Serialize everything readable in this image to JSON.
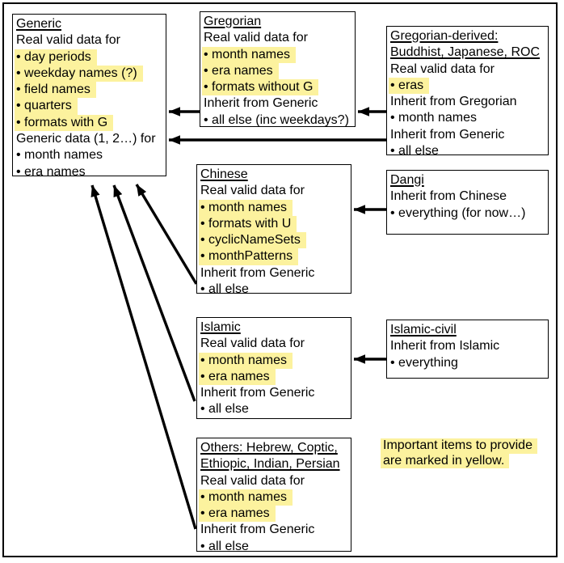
{
  "colors": {
    "highlight_yellow": "#FCF29E",
    "line": "#000000",
    "background": "#FFFFFF"
  },
  "boxes": {
    "generic": {
      "title": [
        "Generic"
      ],
      "lines": [
        {
          "text": "Real valid data for",
          "hl": false
        },
        {
          "text": "• day periods",
          "hl": true
        },
        {
          "text": "• weekday names (?)",
          "hl": true
        },
        {
          "text": "• field names",
          "hl": true
        },
        {
          "text": "• quarters",
          "hl": true
        },
        {
          "text": "• formats with G",
          "hl": true
        },
        {
          "text": "Generic data (1, 2…) for",
          "hl": false
        },
        {
          "text": "• month names",
          "hl": false
        },
        {
          "text": "• era names",
          "hl": false
        }
      ]
    },
    "gregorian": {
      "title": [
        "Gregorian"
      ],
      "lines": [
        {
          "text": "Real valid data for",
          "hl": false
        },
        {
          "text": "• month names",
          "hl": true
        },
        {
          "text": "• era names",
          "hl": true
        },
        {
          "text": "• formats without G",
          "hl": true
        },
        {
          "text": "Inherit from Generic",
          "hl": false
        },
        {
          "text": "• all else (inc weekdays?)",
          "hl": false
        }
      ]
    },
    "gregorian_derived": {
      "title": [
        "Gregorian-derived:",
        "Buddhist, Japanese, ROC"
      ],
      "lines": [
        {
          "text": "Real valid data for",
          "hl": false
        },
        {
          "text": "• eras",
          "hl": true
        },
        {
          "text": "Inherit from Gregorian",
          "hl": false
        },
        {
          "text": "• month names",
          "hl": false
        },
        {
          "text": "Inherit from Generic",
          "hl": false
        },
        {
          "text": "• all else",
          "hl": false
        }
      ]
    },
    "chinese": {
      "title": [
        "Chinese"
      ],
      "lines": [
        {
          "text": "Real valid data for",
          "hl": false
        },
        {
          "text": "• month names",
          "hl": true
        },
        {
          "text": "• formats with U",
          "hl": true
        },
        {
          "text": "• cyclicNameSets",
          "hl": true
        },
        {
          "text": "• monthPatterns",
          "hl": true
        },
        {
          "text": "Inherit from Generic",
          "hl": false
        },
        {
          "text": "• all else",
          "hl": false
        }
      ]
    },
    "dangi": {
      "title": [
        "Dangi"
      ],
      "lines": [
        {
          "text": "Inherit from Chinese",
          "hl": false
        },
        {
          "text": "• everything (for now…)",
          "hl": false
        }
      ]
    },
    "islamic": {
      "title": [
        "Islamic"
      ],
      "lines": [
        {
          "text": "Real valid data for",
          "hl": false
        },
        {
          "text": "• month names",
          "hl": true
        },
        {
          "text": "• era names",
          "hl": true
        },
        {
          "text": "Inherit from Generic",
          "hl": false
        },
        {
          "text": "• all else",
          "hl": false
        }
      ]
    },
    "islamic_civil": {
      "title": [
        "Islamic-civil"
      ],
      "lines": [
        {
          "text": "Inherit from Islamic",
          "hl": false
        },
        {
          "text": "• everything",
          "hl": false
        }
      ]
    },
    "others": {
      "title": [
        "Others: Hebrew, Coptic,",
        "Ethiopic, Indian, Persian"
      ],
      "lines": [
        {
          "text": "Real valid data for",
          "hl": false
        },
        {
          "text": "• month names",
          "hl": true
        },
        {
          "text": "• era names",
          "hl": true
        },
        {
          "text": "Inherit from Generic",
          "hl": false
        },
        {
          "text": "• all else",
          "hl": false
        }
      ]
    }
  },
  "note": {
    "lines": [
      "Important items to provide",
      "are marked in yellow."
    ]
  },
  "edges": [
    {
      "from": "gregorian",
      "to": "generic"
    },
    {
      "from": "gregorian_derived",
      "to": "gregorian"
    },
    {
      "from": "gregorian_derived",
      "to": "generic"
    },
    {
      "from": "dangi",
      "to": "chinese"
    },
    {
      "from": "islamic_civil",
      "to": "islamic"
    },
    {
      "from": "chinese",
      "to": "generic"
    },
    {
      "from": "islamic",
      "to": "generic"
    },
    {
      "from": "others",
      "to": "generic"
    }
  ]
}
